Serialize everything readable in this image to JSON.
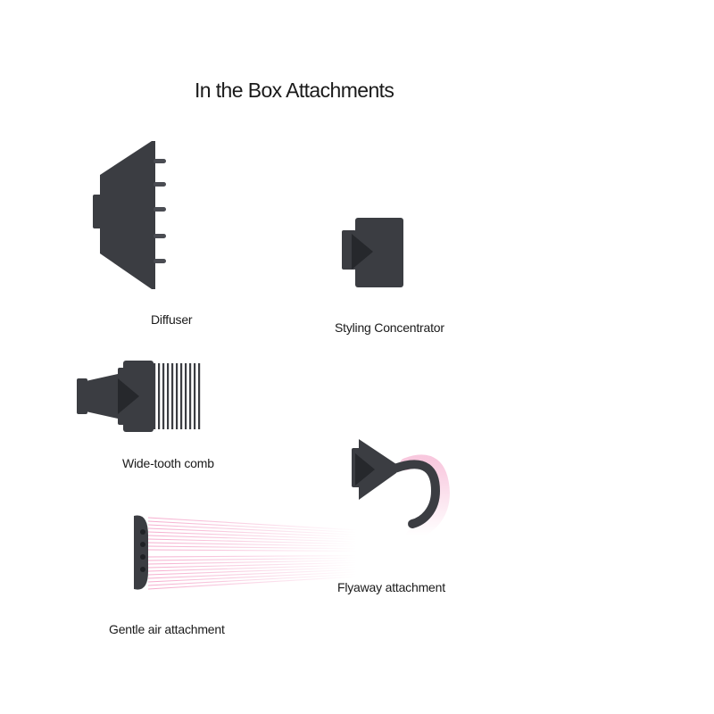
{
  "title": "In the Box Attachments",
  "colors": {
    "attachment": "#3b3d42",
    "airflow": "#f291bd",
    "text": "#1a1a1a",
    "background": "#ffffff"
  },
  "attachments": [
    {
      "id": "diffuser",
      "label": "Diffuser",
      "icon": "diffuser-icon"
    },
    {
      "id": "styling-concentrator",
      "label": "Styling Concentrator",
      "icon": "styling-concentrator-icon"
    },
    {
      "id": "wide-tooth-comb",
      "label": "Wide-tooth comb",
      "icon": "wide-tooth-comb-icon"
    },
    {
      "id": "flyaway-attachment",
      "label": "Flyaway attachment",
      "icon": "flyaway-attachment-icon"
    },
    {
      "id": "gentle-air-attachment",
      "label": "Gentle air attachment",
      "icon": "gentle-air-attachment-icon"
    }
  ]
}
